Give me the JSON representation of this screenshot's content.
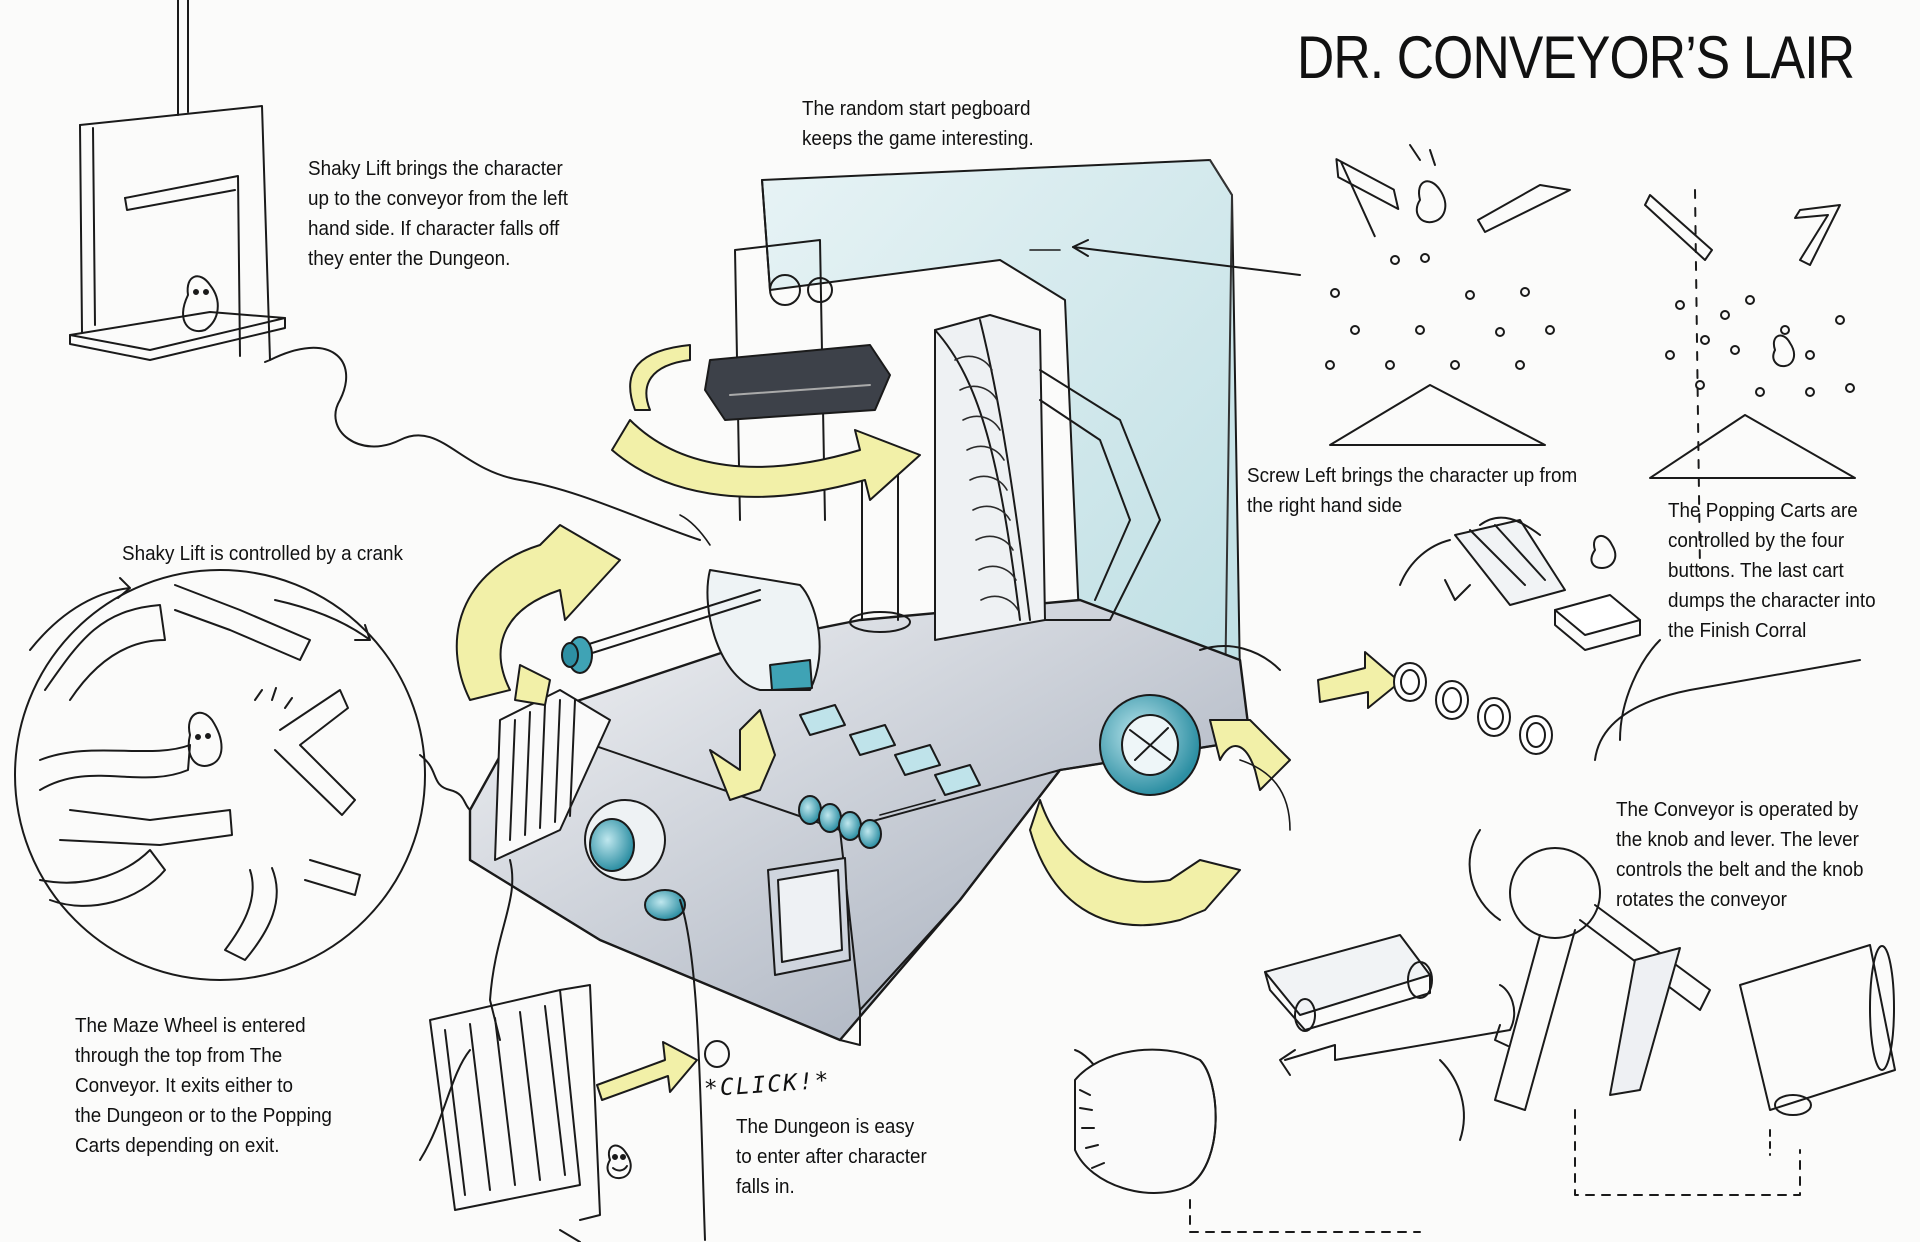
{
  "title": "DR. CONVEYOR’S LAIR",
  "annotations": {
    "shaky_lift": [
      "Shaky Lift brings the character",
      "up to the conveyor from the left",
      "hand side.  If character falls off",
      "they enter the Dungeon."
    ],
    "pegboard": [
      "The random start pegboard",
      "keeps the game interesting."
    ],
    "crank": [
      "Shaky Lift is controlled by a crank"
    ],
    "screw_lift": [
      "Screw Left brings the character up from",
      "the right hand side"
    ],
    "popping_carts": [
      "The Popping Carts are",
      "controlled by the four",
      "buttons.  The last cart",
      "dumps the character into",
      "the Finish Corral"
    ],
    "conveyor": [
      "The Conveyor is operated by",
      "the knob and lever. The lever",
      "controls the belt and the knob",
      "rotates the conveyor"
    ],
    "maze_wheel": [
      "The Maze Wheel is entered",
      "through the top from The",
      "Conveyor.  It exits either to",
      "the Dungeon or to the Popping",
      "Carts depending on exit."
    ],
    "dungeon": [
      "The Dungeon is easy",
      "to enter after character",
      "falls in."
    ]
  },
  "click_label": "*CLICK!*",
  "colors": {
    "ink": "#1a1a1a",
    "arrow_fill": "#f2f0a8",
    "teal": "#3fa3b5",
    "glass": "#d6ecef",
    "shadow": "#8f9aab"
  }
}
